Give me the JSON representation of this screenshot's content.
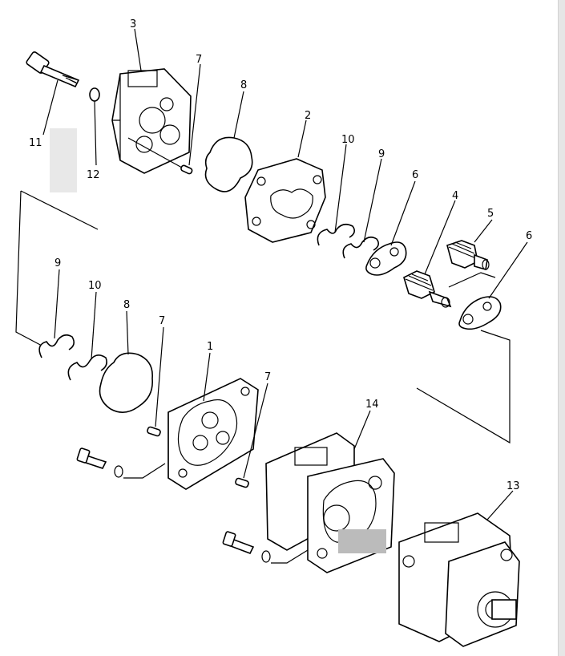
{
  "diagram": {
    "labels": {
      "p1": "1",
      "p2": "2",
      "p3": "3",
      "p4": "4",
      "p5": "5",
      "p6a": "6",
      "p6b": "6",
      "p7a": "7",
      "p7b": "7",
      "p7c": "7",
      "p8a": "8",
      "p8b": "8",
      "p9a": "9",
      "p9b": "9",
      "p10a": "10",
      "p10b": "10",
      "p11": "11",
      "p12": "12",
      "p13": "13",
      "p14": "14"
    }
  }
}
